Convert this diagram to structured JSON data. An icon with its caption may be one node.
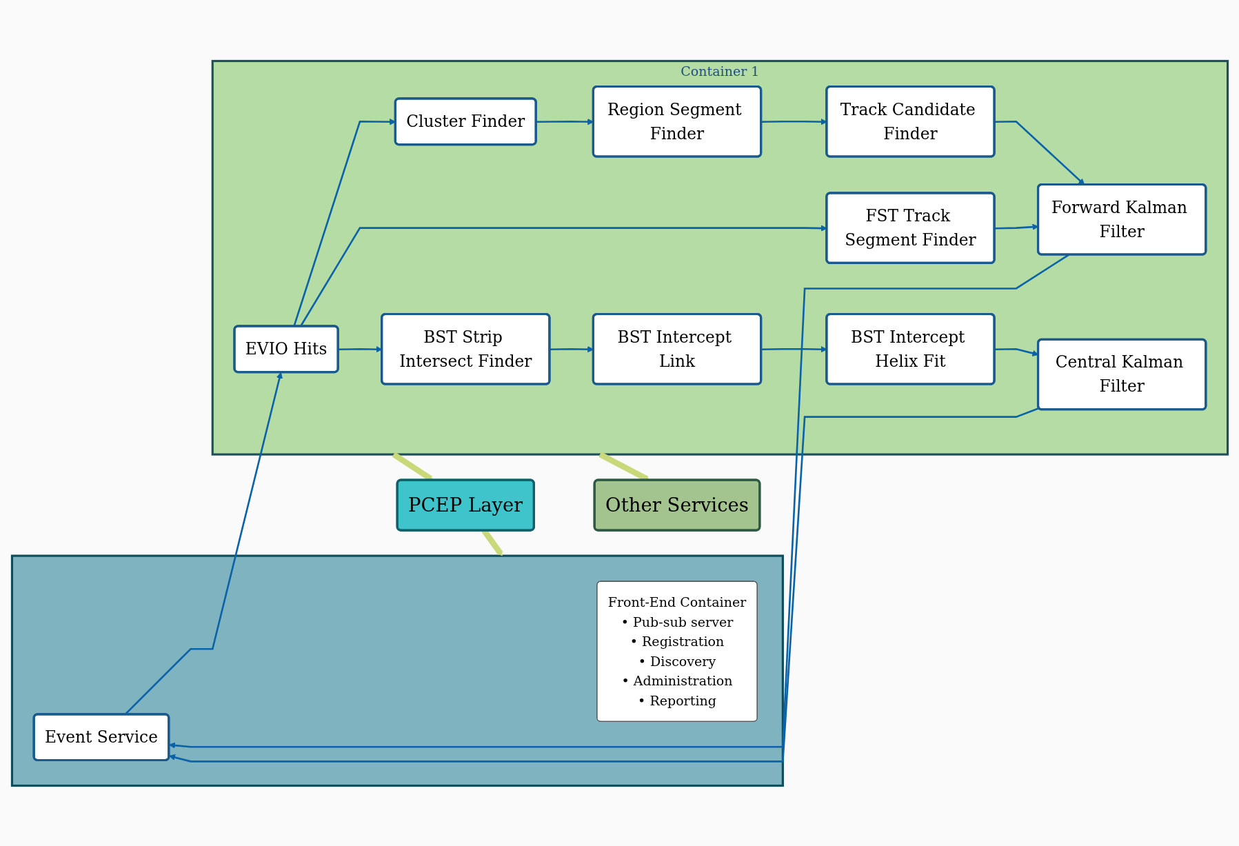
{
  "diagram": {
    "nodes": [
      {
        "text": [],
        "shape": "box"
      },
      {
        "text": [
          "Front-End Container",
          "• Pub-sub server",
          "• Registration",
          "• Discovery",
          "• Administration",
          "• Reporting"
        ],
        "in": 0
      },
      {
        "text": [
          "Event Service"
        ],
        "in": 0
      },
      {
        "text": [
          "PCEP Layer"
        ]
      },
      {
        "text": [
          "Other Services"
        ]
      },
      {
        "text": [
          "Container 1"
        ]
      },
      {
        "text": [
          "EVIO Hits"
        ],
        "in": 5
      },
      {
        "text": [
          "Cluster Finder"
        ],
        "in": 5
      },
      {
        "text": [
          "Region Segment Finder"
        ],
        "in": 5
      },
      {
        "text": [
          "Track Candidate Finder"
        ],
        "in": 5
      },
      {
        "text": [
          "FST Track Segment Finder"
        ],
        "in": 5
      },
      {
        "text": [
          "Forward Kalman Filter"
        ],
        "in": 5
      },
      {
        "text": [
          "BST Strip Intersect Finder"
        ],
        "in": 5
      },
      {
        "text": [
          "BST Intercept Link"
        ],
        "in": 5
      },
      {
        "text": [
          "BST Intercept Helix Fit"
        ],
        "in": 5
      },
      {
        "text": [
          "Central Kalman Filter"
        ],
        "in": 5
      }
    ],
    "edges": [
      {
        "from": 3,
        "to": 0,
        "arrow": "to",
        "style": "thick",
        "color": "#c9d97a"
      },
      {
        "from": 5,
        "to": 3,
        "arrow": "to",
        "style": "thick",
        "color": "#c9d97a"
      },
      {
        "from": 5,
        "to": 4,
        "arrow": "to",
        "style": "thick",
        "color": "#c9d97a"
      },
      {
        "from": 2,
        "to": 6,
        "arrow": "to"
      },
      {
        "from": 6,
        "to": 7,
        "arrow": "to"
      },
      {
        "from": 6,
        "to": 10,
        "arrow": "to"
      },
      {
        "from": 6,
        "to": 12,
        "arrow": "to"
      },
      {
        "from": 7,
        "to": 8,
        "arrow": "to"
      },
      {
        "from": 8,
        "to": 9,
        "arrow": "to"
      },
      {
        "from": 9,
        "to": 11,
        "arrow": "to"
      },
      {
        "from": 10,
        "to": 11,
        "arrow": "to"
      },
      {
        "from": 12,
        "to": 13,
        "arrow": "to"
      },
      {
        "from": 13,
        "to": 14,
        "arrow": "to"
      },
      {
        "from": 14,
        "to": 15,
        "arrow": "to"
      },
      {
        "from": 11,
        "to": 2,
        "arrow": "to"
      },
      {
        "from": 15,
        "to": 2,
        "arrow": "to"
      }
    ]
  }
}
